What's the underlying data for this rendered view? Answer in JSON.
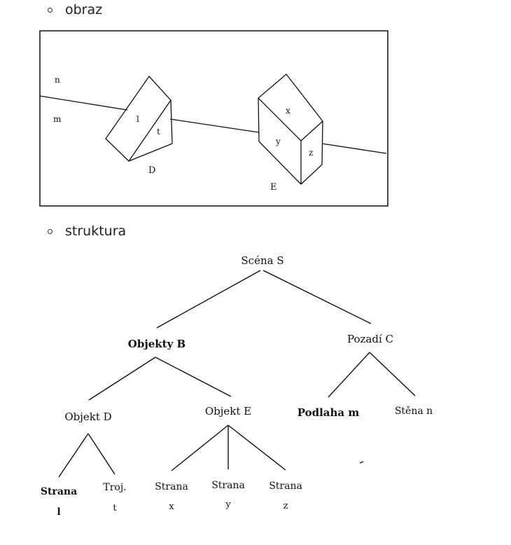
{
  "bullets": {
    "image_label": "obraz",
    "structure_label": "struktura"
  },
  "scene_image": {
    "labels": {
      "n": "n",
      "m": "m",
      "l": "l",
      "t": "t",
      "D": "D",
      "x": "x",
      "y": "y",
      "z": "z",
      "E": "E"
    }
  },
  "tree": {
    "root": "Scéna S",
    "objects": "Objekty B",
    "background": "Pozadí C",
    "object_d": "Objekt D",
    "object_e": "Objekt E",
    "floor": "Podlaha m",
    "wall": "Stěna n",
    "leaf_l_title": "Strana",
    "leaf_l_sub": "l",
    "leaf_t_title": "Troj.",
    "leaf_t_sub": "t",
    "leaf_x_title": "Strana",
    "leaf_x_sub": "x",
    "leaf_y_title": "Strana",
    "leaf_y_sub": "y",
    "leaf_z_title": "Strana",
    "leaf_z_sub": "z"
  }
}
